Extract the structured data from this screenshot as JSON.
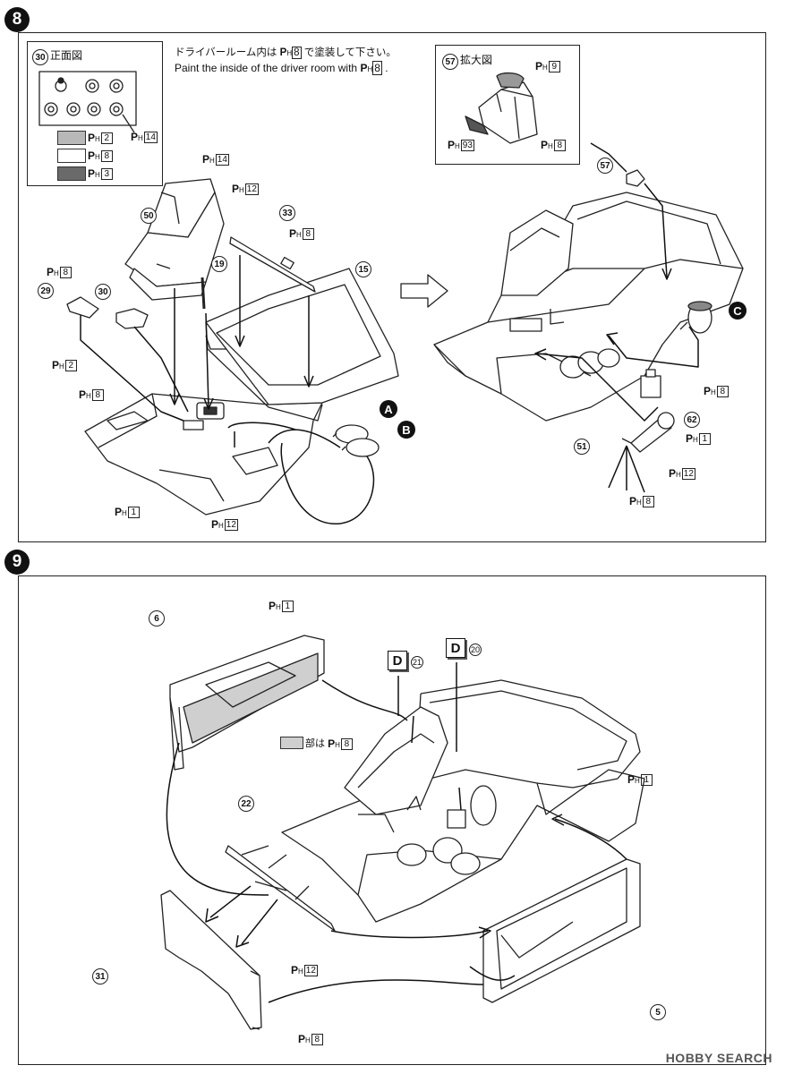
{
  "step8": {
    "badge": "8",
    "note_jp": "ドライバールーム内は",
    "note_jp_end": "で塗装して下さい。",
    "note_en": "Paint the inside of the driver room with",
    "note_en_end": ".",
    "note_paint": "8",
    "front_view": {
      "num": "30",
      "title": "正面図",
      "callout": "14"
    },
    "legend": [
      {
        "code": "2",
        "color": "#b8b8b8"
      },
      {
        "code": "8",
        "color": "#ffffff"
      },
      {
        "code": "3",
        "color": "#6a6a6a"
      }
    ],
    "zoom_view": {
      "num": "57",
      "title": "拡大図",
      "code_top": "9",
      "code_left": "93",
      "code_right": "8"
    },
    "parts": {
      "p50": "50",
      "p33": "33",
      "p19": "19",
      "p15": "15",
      "p29": "29",
      "p30": "30",
      "p57": "57",
      "p62": "62",
      "p51": "51"
    },
    "paint_codes": {
      "seat_top": "14",
      "seat_side": "12",
      "bar": "8",
      "p29": "8",
      "left_2": "2",
      "left_8": "8",
      "bottom_1": "1",
      "bottom_12": "12",
      "right_8": "8",
      "right_1": "1",
      "right_12": "12",
      "right_bottom": "8"
    },
    "connectors": {
      "a": "A",
      "b": "B",
      "c": "C"
    }
  },
  "step9": {
    "badge": "9",
    "parts": {
      "p6": "6",
      "p22": "22",
      "p31": "31",
      "p5": "5"
    },
    "paint_codes": {
      "top": "1",
      "right": "1",
      "bar": "12",
      "bottom": "8"
    },
    "decal1": {
      "letter": "D",
      "num": "21"
    },
    "decal2": {
      "letter": "D",
      "num": "20"
    },
    "shade_note": "部は",
    "shade_code": "8"
  },
  "watermark": "HOBBY SEARCH",
  "ph_letters": {
    "p": "P",
    "h": "H"
  }
}
